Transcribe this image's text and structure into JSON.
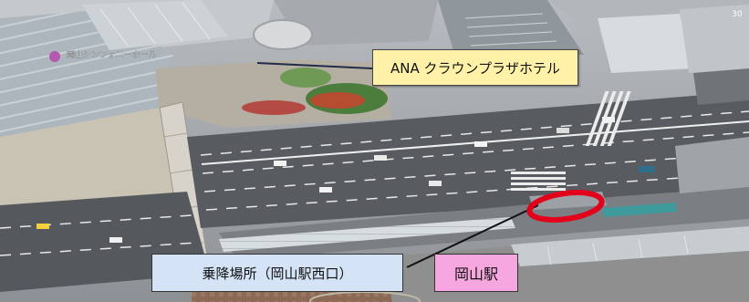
{
  "map": {
    "labels": {
      "hotel": "ANA クラウンプラザホテル",
      "pickup": "乗降場所（岡山駅西口）",
      "station": "岡山駅"
    },
    "label_colors": {
      "hotel_bg": "#fff2a8",
      "pickup_bg": "#d5e3f6",
      "station_bg": "#f7a7e0"
    },
    "marker": {
      "shape": "ellipse",
      "color": "#e3001b"
    },
    "corner_badge": "30",
    "building_sign": "岡山シンフォニーホール"
  }
}
